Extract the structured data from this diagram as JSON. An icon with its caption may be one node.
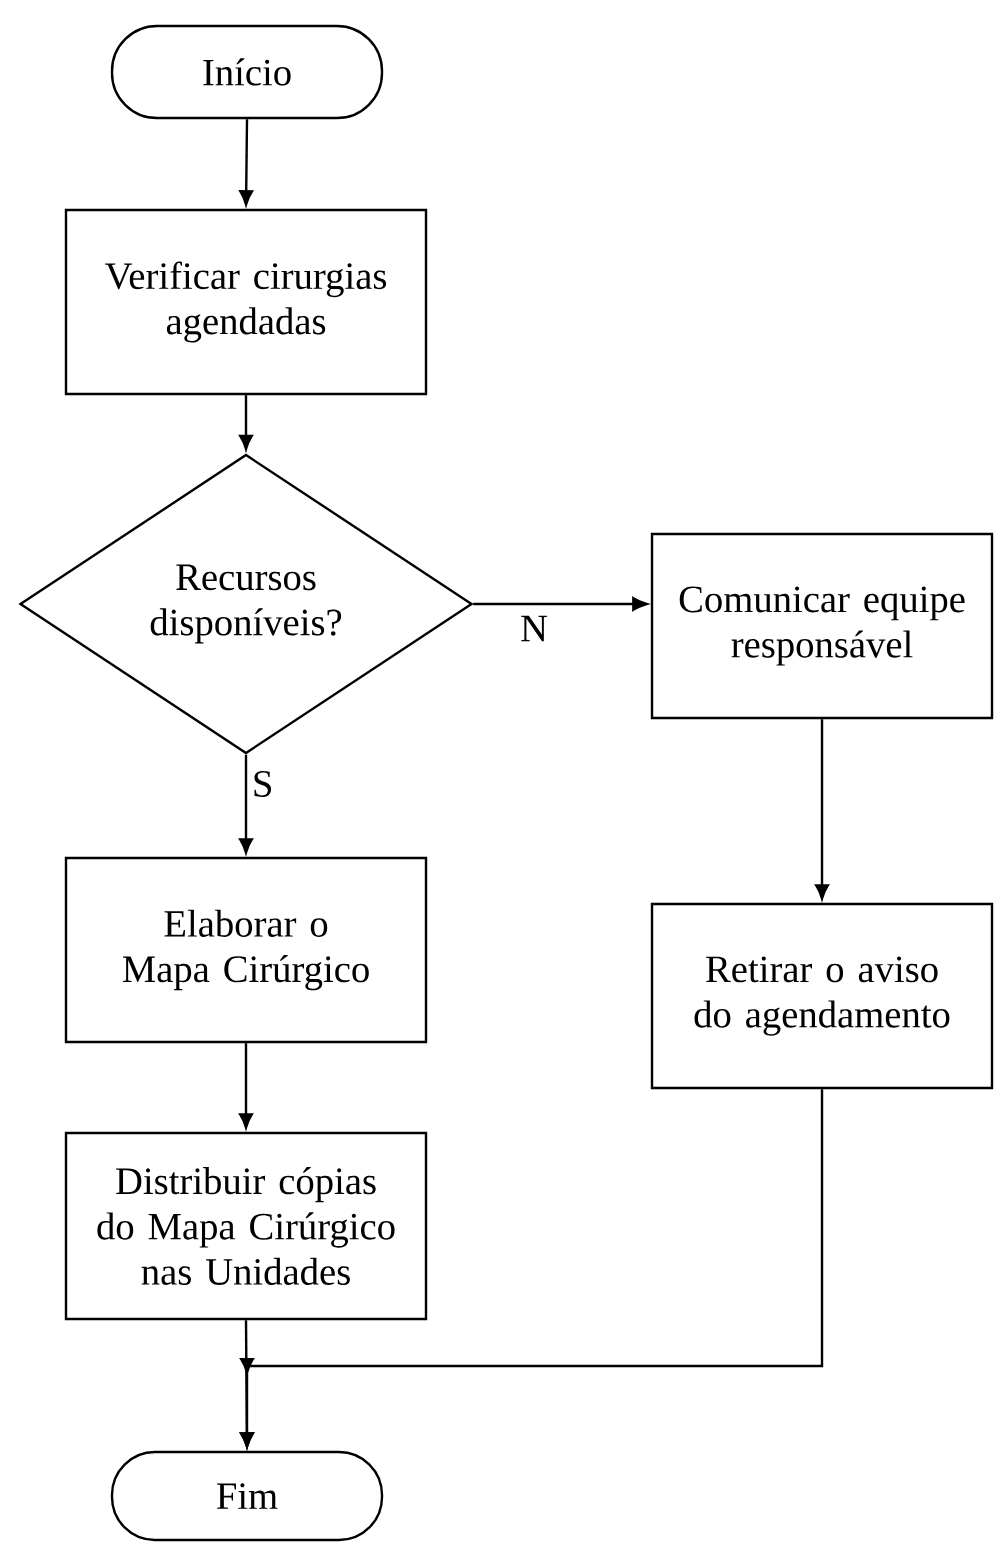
{
  "diagram": {
    "nodes": [
      {
        "text": [
          "Início"
        ]
      },
      {
        "text": [
          "Verificar cirurgias agendadas"
        ]
      },
      {
        "text": [
          "Recursos disponíveis?"
        ]
      },
      {
        "text": [
          "Comunicar equipe responsável"
        ]
      },
      {
        "text": [
          "Elaborar o Mapa Cirúrgico"
        ]
      },
      {
        "text": [
          "Retirar o aviso do agendamento"
        ]
      },
      {
        "text": [
          "Distribuir cópias do Mapa Cirúrgico nas Unidades"
        ]
      },
      {
        "text": [
          "Fim"
        ]
      }
    ],
    "edges": [
      {
        "from": 0,
        "to": 1,
        "arrow": "to"
      },
      {
        "from": 1,
        "to": 2,
        "arrow": "to"
      },
      {
        "from": 2,
        "to": 3,
        "arrow": "to",
        "label": "N"
      },
      {
        "from": 2,
        "to": 4,
        "arrow": "to",
        "label": "S"
      },
      {
        "from": 4,
        "to": 6,
        "arrow": "to"
      },
      {
        "from": 3,
        "to": 5,
        "arrow": "to"
      },
      {
        "from": 6,
        "to": 7,
        "arrow": "to"
      },
      {
        "from": 5,
        "to": 7,
        "arrow": "to"
      }
    ]
  }
}
